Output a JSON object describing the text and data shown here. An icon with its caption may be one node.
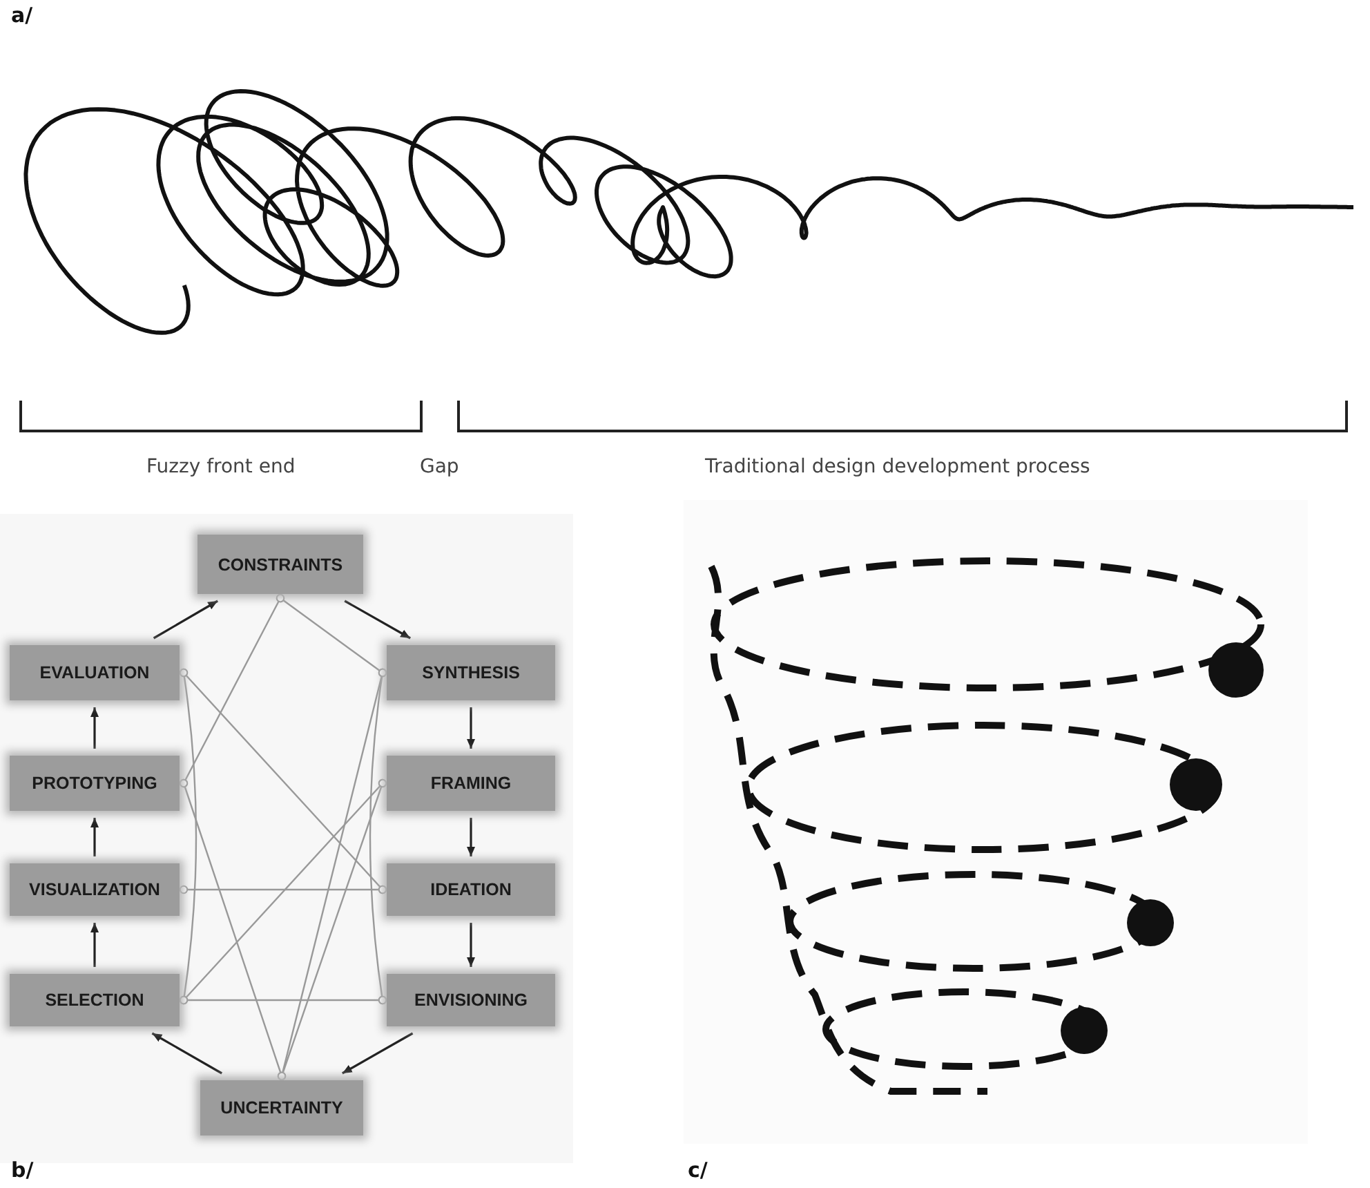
{
  "diagram": {
    "nodes": [
      {
        "text": [
          "CONSTRAINTS"
        ]
      },
      {
        "text": [
          "EVALUATION"
        ]
      },
      {
        "text": [
          "SYNTHESIS"
        ]
      },
      {
        "text": [
          "PROTOTYPING"
        ]
      },
      {
        "text": [
          "FRAMING"
        ]
      },
      {
        "text": [
          "VISUALIZATION"
        ]
      },
      {
        "text": [
          "IDEATION"
        ]
      },
      {
        "text": [
          "SELECTION"
        ]
      },
      {
        "text": [
          "ENVISIONING"
        ]
      },
      {
        "text": [
          "UNCERTAINTY"
        ]
      }
    ],
    "edges": [
      {
        "from": 0,
        "to": 2,
        "arrow": "to",
        "color": "#222222"
      },
      {
        "from": 2,
        "to": 4,
        "arrow": "to",
        "color": "#222222"
      },
      {
        "from": 4,
        "to": 6,
        "arrow": "to",
        "color": "#222222"
      },
      {
        "from": 6,
        "to": 8,
        "arrow": "to",
        "color": "#222222"
      },
      {
        "from": 8,
        "to": 9,
        "arrow": "to",
        "color": "#222222"
      },
      {
        "from": 9,
        "to": 7,
        "arrow": "to",
        "color": "#222222"
      },
      {
        "from": 7,
        "to": 5,
        "arrow": "to",
        "color": "#222222"
      },
      {
        "from": 5,
        "to": 3,
        "arrow": "to",
        "color": "#222222"
      },
      {
        "from": 3,
        "to": 1,
        "arrow": "to",
        "color": "#222222"
      },
      {
        "from": 1,
        "to": 0,
        "arrow": "to",
        "color": "#222222"
      },
      {
        "from": 0,
        "to": 2,
        "arrow": "other"
      },
      {
        "from": 0,
        "to": 3,
        "arrow": "other"
      },
      {
        "from": 1,
        "to": 6,
        "arrow": "other"
      },
      {
        "from": 1,
        "to": 7,
        "arrow": "other"
      },
      {
        "from": 2,
        "to": 9,
        "arrow": "other"
      },
      {
        "from": 2,
        "to": 8,
        "arrow": "other"
      },
      {
        "from": 3,
        "to": 9,
        "arrow": "other"
      },
      {
        "from": 4,
        "to": 9,
        "arrow": "other"
      },
      {
        "from": 4,
        "to": 7,
        "arrow": "other"
      },
      {
        "from": 5,
        "to": 6,
        "arrow": "other"
      },
      {
        "from": 7,
        "to": 8,
        "arrow": "other"
      }
    ],
    "labels": [
      "a/",
      "Fuzzy front end",
      "Gap",
      "Traditional design development process",
      "b/",
      "c/"
    ]
  }
}
